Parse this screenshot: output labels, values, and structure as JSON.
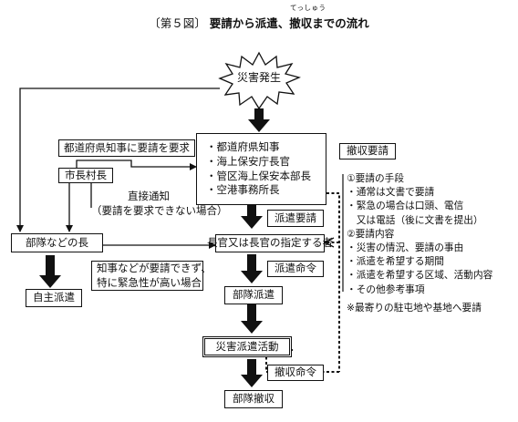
{
  "title": {
    "figure_no": "〔第５図〕",
    "text": "要請から派遣、撤収までの流れ",
    "ruby": "てっしゅう"
  },
  "nodes": {
    "disaster": "災害発生",
    "authorities": [
      "・都道府県知事",
      "・海上保安庁長官",
      "・管区海上保安本部長",
      "・空港事務所長"
    ],
    "mayor": "市長村長",
    "unit_head": "部隊などの長",
    "autonomous": "自主派遣",
    "commander": "長官又は長官の指定する者",
    "deploy": "部隊派遣",
    "activity": "災害派遣活動",
    "withdraw": "部隊撤収"
  },
  "labels": {
    "request_to_governor": "都道府県知事に要請を要求",
    "direct_notice": [
      "直接通知",
      "（要請を要求できない場合）"
    ],
    "urgent_case": [
      "知事などが要請できず、",
      "特に緊急性が高い場合"
    ],
    "withdraw_request": "撤収要請",
    "dispatch_request": "派遣要請",
    "dispatch_order": "派遣命令",
    "withdraw_order": "撤収命令"
  },
  "info": {
    "means_heading": "①要請の手段",
    "means": [
      "・通常は文書で要請",
      "・緊急の場合は口頭、電信",
      "　又は電話（後に文書を提出）"
    ],
    "content_heading": "②要請内容",
    "content": [
      "・災害の情況、要請の事由",
      "・派遣を希望する期間",
      "・派遣を希望する区域、活動内容",
      "・その他参考事項"
    ],
    "note": "※最寄りの駐屯地や基地へ要請"
  }
}
